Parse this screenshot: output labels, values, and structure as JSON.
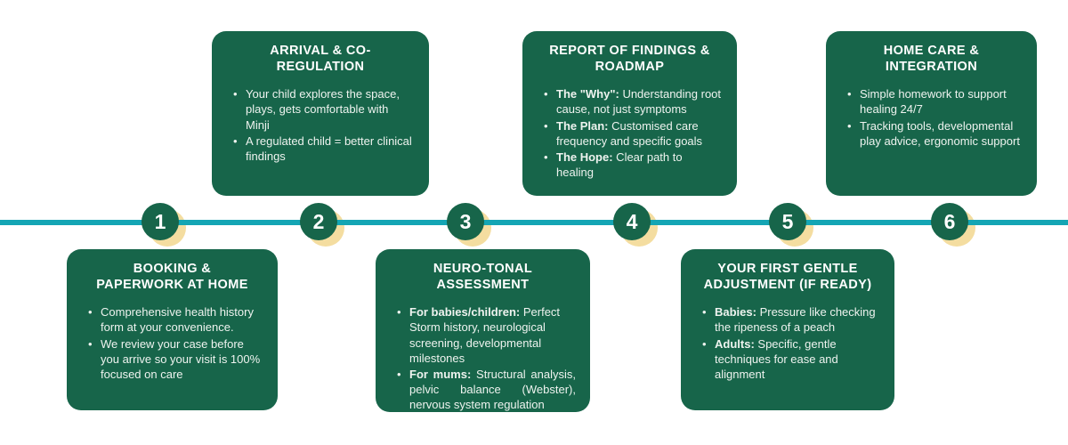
{
  "theme": {
    "card_color": "#17654a",
    "line_color": "#14a5b4",
    "crescent_color": "#f4dda0",
    "title_color": "#ffffff",
    "body_color": "#eef3ef"
  },
  "steps": [
    {
      "number": "1",
      "side": "bottom",
      "title_lines": [
        "BOOKING &",
        "PAPERWORK AT HOME"
      ],
      "bullets": [
        {
          "bold": "",
          "text": "Comprehensive health history form at your convenience."
        },
        {
          "bold": "",
          "text": "We review your case before you arrive so your visit is 100% focused on care"
        }
      ]
    },
    {
      "number": "2",
      "side": "top",
      "title_lines": [
        "ARRIVAL & CO-",
        "REGULATION"
      ],
      "bullets": [
        {
          "bold": "",
          "text": "Your child explores the space, plays, gets comfortable with Minji"
        },
        {
          "bold": "",
          "text": "A regulated child = better clinical findings"
        }
      ]
    },
    {
      "number": "3",
      "side": "bottom",
      "title_lines": [
        "NEURO-TONAL",
        "ASSESSMENT"
      ],
      "bullets": [
        {
          "bold": "For babies/children:",
          "text": " Perfect Storm history, neurological screening, developmental milestones"
        },
        {
          "bold": "For mums:",
          "text": " Structural analysis, pelvic balance (Webster), nervous system regulation"
        }
      ]
    },
    {
      "number": "4",
      "side": "top",
      "title_lines": [
        "REPORT OF FINDINGS &",
        "ROADMAP"
      ],
      "bullets": [
        {
          "bold": "The \"Why\":",
          "text": " Understanding root cause, not just symptoms"
        },
        {
          "bold": "The Plan:",
          "text": " Customised care frequency and specific goals"
        },
        {
          "bold": "The Hope:",
          "text": " Clear path to healing"
        }
      ]
    },
    {
      "number": "5",
      "side": "bottom",
      "title_lines": [
        "YOUR FIRST GENTLE",
        "ADJUSTMENT (IF READY)"
      ],
      "bullets": [
        {
          "bold": "Babies:",
          "text": " Pressure like checking the ripeness of a peach"
        },
        {
          "bold": "Adults:",
          "text": " Specific, gentle techniques for ease and alignment"
        }
      ]
    },
    {
      "number": "6",
      "side": "top",
      "title_lines": [
        "HOME CARE &",
        "INTEGRATION"
      ],
      "bullets": [
        {
          "bold": "",
          "text": "Simple homework to support healing 24/7"
        },
        {
          "bold": "",
          "text": "Tracking tools, developmental play advice, ergonomic support"
        }
      ]
    }
  ]
}
